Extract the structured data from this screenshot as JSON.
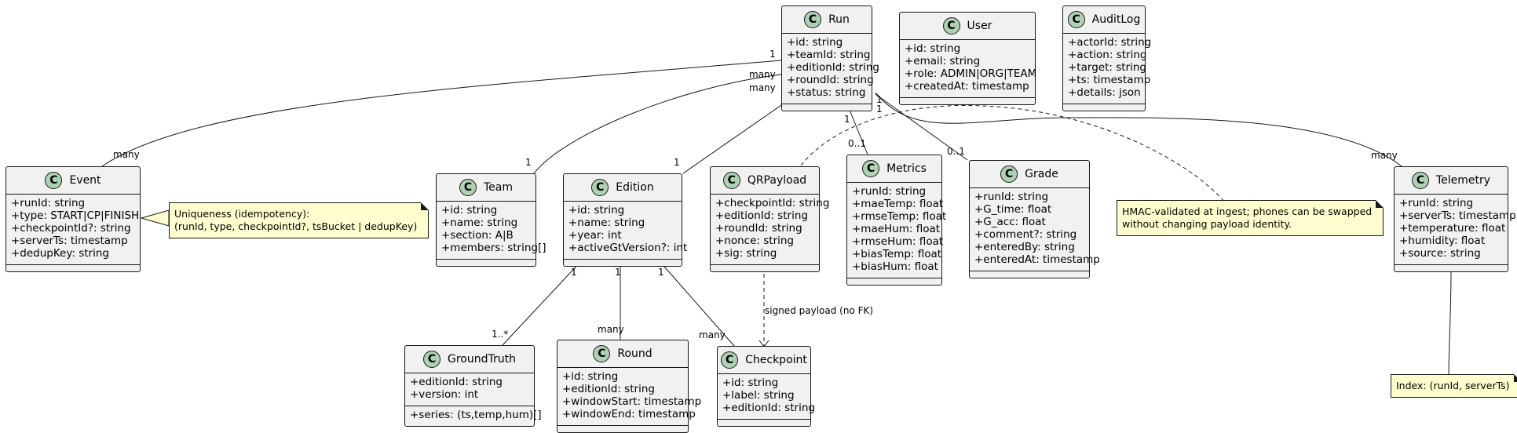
{
  "classes": {
    "run": {
      "name": "Run",
      "badge": "C",
      "attrs": [
        "+id: string",
        "+teamId: string",
        "+editionId: string",
        "+roundId: string",
        "+status: string"
      ]
    },
    "user": {
      "name": "User",
      "badge": "C",
      "attrs": [
        "+id: string",
        "+email: string",
        "+role: ADMIN|ORG|TEAM",
        "+createdAt: timestamp"
      ]
    },
    "auditlog": {
      "name": "AuditLog",
      "badge": "C",
      "attrs": [
        "+actorId: string",
        "+action: string",
        "+target: string",
        "+ts: timestamp",
        "+details: json"
      ]
    },
    "event": {
      "name": "Event",
      "badge": "C",
      "attrs": [
        "+runId: string",
        "+type: START|CP|FINISH",
        "+checkpointId?: string",
        "+serverTs: timestamp",
        "+dedupKey: string"
      ]
    },
    "team": {
      "name": "Team",
      "badge": "C",
      "attrs": [
        "+id: string",
        "+name: string",
        "+section: A|B",
        "+members: string[]"
      ]
    },
    "edition": {
      "name": "Edition",
      "badge": "C",
      "attrs": [
        "+id: string",
        "+name: string",
        "+year: int",
        "+activeGtVersion?: int"
      ]
    },
    "qrpayload": {
      "name": "QRPayload",
      "badge": "C",
      "attrs": [
        "+checkpointId: string",
        "+editionId: string",
        "+roundId: string",
        "+nonce: string",
        "+sig: string"
      ]
    },
    "metrics": {
      "name": "Metrics",
      "badge": "C",
      "attrs": [
        "+runId: string",
        "+maeTemp: float",
        "+rmseTemp: float",
        "+maeHum: float",
        "+rmseHum: float",
        "+biasTemp: float",
        "+biasHum: float"
      ]
    },
    "grade": {
      "name": "Grade",
      "badge": "C",
      "attrs": [
        "+runId: string",
        "+G_time: float",
        "+G_acc: float",
        "+comment?: string",
        "+enteredBy: string",
        "+enteredAt: timestamp"
      ]
    },
    "telemetry": {
      "name": "Telemetry",
      "badge": "C",
      "attrs": [
        "+runId: string",
        "+serverTs: timestamp",
        "+temperature: float",
        "+humidity: float",
        "+source: string"
      ]
    },
    "groundtruth": {
      "name": "GroundTruth",
      "badge": "C",
      "attrs": [
        "+editionId: string",
        "+version: int"
      ],
      "methods": [
        "+series: (ts,temp,hum)[]"
      ]
    },
    "round": {
      "name": "Round",
      "badge": "C",
      "attrs": [
        "+id: string",
        "+editionId: string",
        "+windowStart: timestamp",
        "+windowEnd: timestamp"
      ]
    },
    "checkpoint": {
      "name": "Checkpoint",
      "badge": "C",
      "attrs": [
        "+id: string",
        "+label: string",
        "+editionId: string"
      ]
    }
  },
  "notes": {
    "event_note": [
      "Uniqueness (idempotency):",
      "(runId, type, checkpointId?, tsBucket | dedupKey)"
    ],
    "hmac_note": [
      "HMAC-validated at ingest; phones can be swapped",
      "without changing payload identity."
    ],
    "telemetry_note": [
      "Index: (runId, serverTs)"
    ]
  },
  "edge_labels": {
    "run_event": [
      "1",
      "many"
    ],
    "run_team": [
      "many",
      "1"
    ],
    "run_edition": [
      "many",
      "1"
    ],
    "run_metrics": [
      "1",
      "0..1"
    ],
    "run_grade": [
      "1",
      "0..1"
    ],
    "run_telemetry": [
      "1",
      "many"
    ],
    "edition_groundtruth": [
      "1",
      "1..*"
    ],
    "edition_round": [
      "1",
      "many"
    ],
    "edition_checkpoint": [
      "1",
      "many"
    ],
    "qr_checkpoint": "signed payload (no FK)"
  }
}
